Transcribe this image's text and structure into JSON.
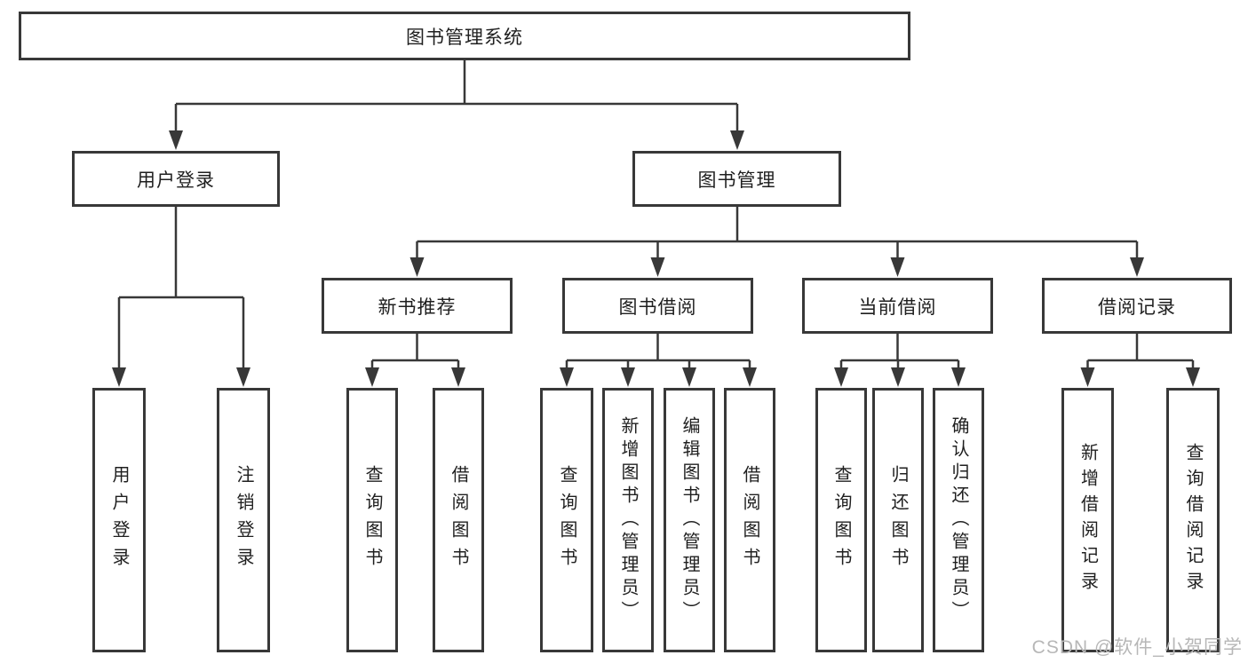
{
  "diagram": {
    "root": {
      "label": "图书管理系统"
    },
    "level2": [
      {
        "label": "用户登录"
      },
      {
        "label": "图书管理"
      }
    ],
    "level3": [
      {
        "label": "新书推荐"
      },
      {
        "label": "图书借阅"
      },
      {
        "label": "当前借阅"
      },
      {
        "label": "借阅记录"
      }
    ],
    "leaves": {
      "user_login_group": [
        "用户登录",
        "注销登录"
      ],
      "new_books_group": [
        "查询图书",
        "借阅图书"
      ],
      "book_borrow_group": [
        "查询图书",
        "新增图书（管理员）",
        "编辑图书（管理员）",
        "借阅图书"
      ],
      "current_borrow_group": [
        "查询图书",
        "归还图书",
        "确认归还（管理员）"
      ],
      "borrow_records_group": [
        "新增借阅记录",
        "查询借阅记录"
      ]
    },
    "watermark": "CSDN @软件_小贺同学",
    "colors": {
      "line": "#383838",
      "text": "#1f1f1f",
      "watermark": "#b7b7b7",
      "background": "#ffffff"
    }
  }
}
